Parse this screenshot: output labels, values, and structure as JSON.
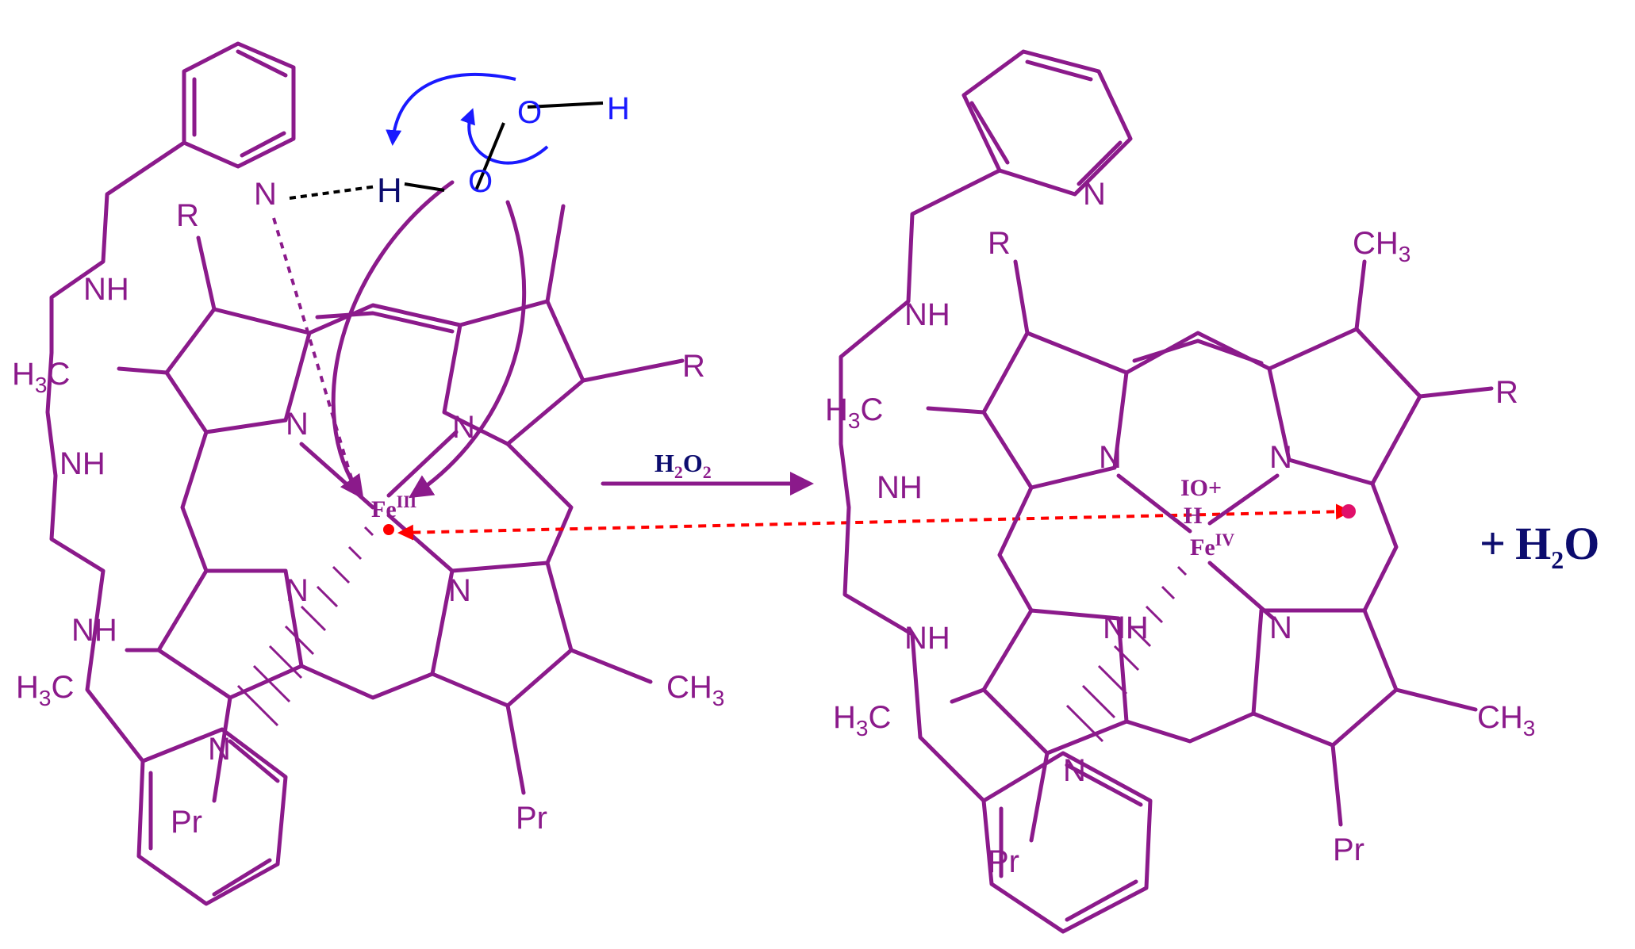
{
  "reagent": {
    "main": "H",
    "sub": "2",
    "main2": "O",
    "sub2": "2"
  },
  "byproduct": {
    "plus": "+",
    "main": "H",
    "sub": "2",
    "end": "O"
  },
  "left": {
    "R1": "R",
    "R2": "R",
    "NH1": "NH",
    "NH2": "NH",
    "NH3": "NH",
    "H3C1": {
      "a": "H",
      "b": "3",
      "c": "C"
    },
    "H3C2": {
      "a": "H",
      "b": "3",
      "c": "C"
    },
    "CH3": {
      "a": "CH",
      "b": "3"
    },
    "Pr1": "Pr",
    "Pr2": "Pr",
    "N_py_top": "N",
    "N_py_bot": "N",
    "N1": "N",
    "N2": "N",
    "N3": "N",
    "N4": "N",
    "Fe": "Fe",
    "Fe_ox": "III",
    "O1": "O",
    "O2": "O",
    "H1": "H",
    "H2": "H"
  },
  "right": {
    "R1": "R",
    "R2": "R",
    "NH1": "NH",
    "NH2": "NH",
    "NH3": "NH",
    "NH4": "NH",
    "H3C1": {
      "a": "H",
      "b": "3",
      "c": "C"
    },
    "H3C2": {
      "a": "H",
      "b": "3",
      "c": "C"
    },
    "CH3a": {
      "a": "CH",
      "b": "3"
    },
    "CH3b": {
      "a": "CH",
      "b": "3"
    },
    "Pr1": "Pr",
    "Pr2": "Pr",
    "N_py_top": "N",
    "N_py_bot": "N",
    "N1": "N",
    "N2": "N",
    "N3": "N",
    "Fe": "Fe",
    "Fe_ox": "IV",
    "oxo": "IO+",
    "H": "H"
  },
  "colors": {
    "structure": "#8b1a8b",
    "arrow_blue": "#1a1aff",
    "hbond": "#000000",
    "radical": "#ff0000",
    "radical_dot": "#e0106a"
  }
}
